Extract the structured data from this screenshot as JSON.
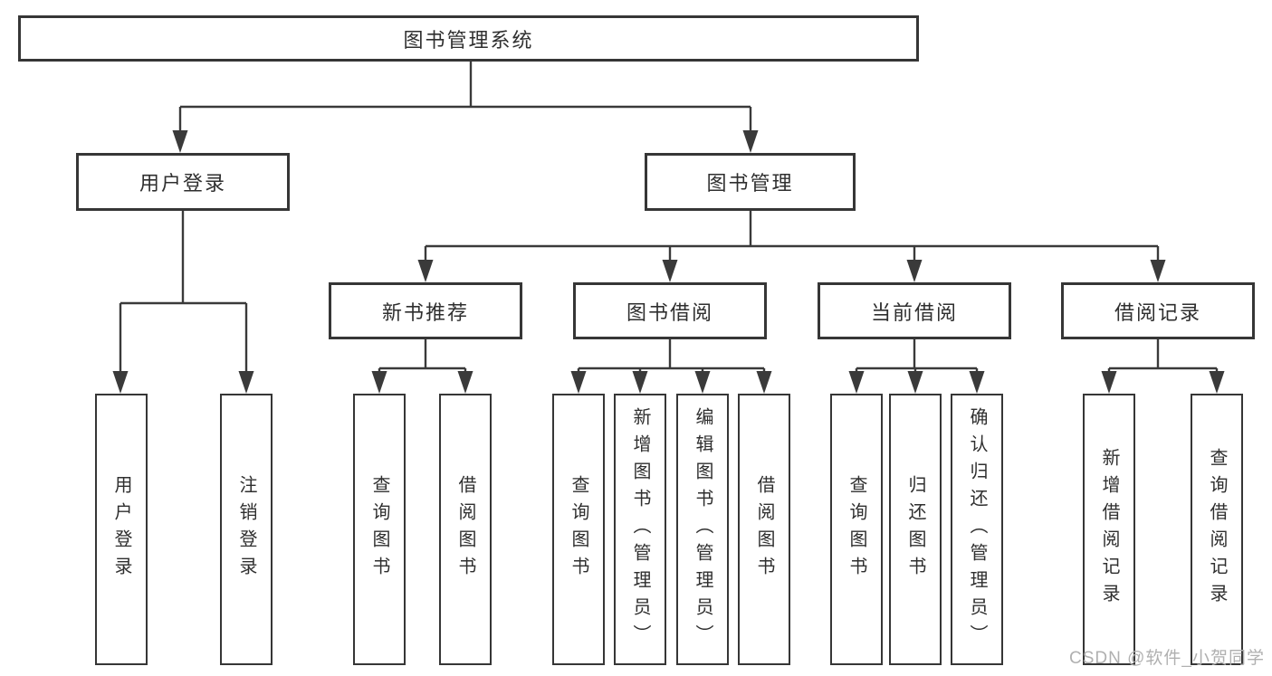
{
  "diagram": {
    "type": "tree",
    "nodes": {
      "root": "图书管理系统",
      "user_login": "用户登录",
      "book_mgmt": "图书管理",
      "new_books": "新书推荐",
      "book_borrow": "图书借阅",
      "current_borrow": "当前借阅",
      "borrow_records": "借阅记录",
      "ul_login": "用户登录",
      "ul_logout": "注销登录",
      "nb_query": "查询图书",
      "nb_borrow": "借阅图书",
      "bb_query": "查询图书",
      "bb_add": "新增图书（管理员）",
      "bb_edit": "编辑图书（管理员）",
      "bb_borrow": "借阅图书",
      "cb_query": "查询图书",
      "cb_return": "归还图书",
      "cb_confirm": "确认归还（管理员）",
      "br_add": "新增借阅记录",
      "br_query": "查询借阅记录"
    },
    "edges": [
      [
        "root",
        "user_login"
      ],
      [
        "root",
        "book_mgmt"
      ],
      [
        "user_login",
        "ul_login"
      ],
      [
        "user_login",
        "ul_logout"
      ],
      [
        "book_mgmt",
        "new_books"
      ],
      [
        "book_mgmt",
        "book_borrow"
      ],
      [
        "book_mgmt",
        "current_borrow"
      ],
      [
        "book_mgmt",
        "borrow_records"
      ],
      [
        "new_books",
        "nb_query"
      ],
      [
        "new_books",
        "nb_borrow"
      ],
      [
        "book_borrow",
        "bb_query"
      ],
      [
        "book_borrow",
        "bb_add"
      ],
      [
        "book_borrow",
        "bb_edit"
      ],
      [
        "book_borrow",
        "bb_borrow"
      ],
      [
        "current_borrow",
        "cb_query"
      ],
      [
        "current_borrow",
        "cb_return"
      ],
      [
        "current_borrow",
        "cb_confirm"
      ],
      [
        "borrow_records",
        "br_add"
      ],
      [
        "borrow_records",
        "br_query"
      ]
    ]
  },
  "watermark": {
    "text": "CSDN @软件_小贺同学"
  },
  "colors": {
    "line": "#3a3a3a",
    "text": "#2f2f2f",
    "watermark": "#b0b0b0",
    "background": "#ffffff"
  }
}
